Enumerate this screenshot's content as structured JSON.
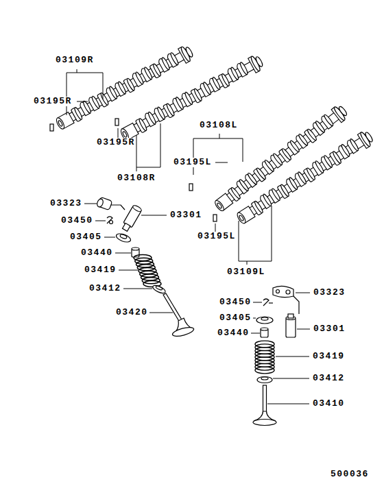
{
  "diagram": {
    "labels": [
      "03109R",
      "03195R",
      "03195R",
      "03108R",
      "03108L",
      "03195L",
      "03195L",
      "03109L",
      "03323",
      "03301",
      "03450",
      "03405",
      "03440",
      "03419",
      "03412",
      "03420",
      "03323",
      "03450",
      "03405",
      "03301",
      "03440",
      "03419",
      "03412",
      "03410",
      "500036"
    ]
  }
}
